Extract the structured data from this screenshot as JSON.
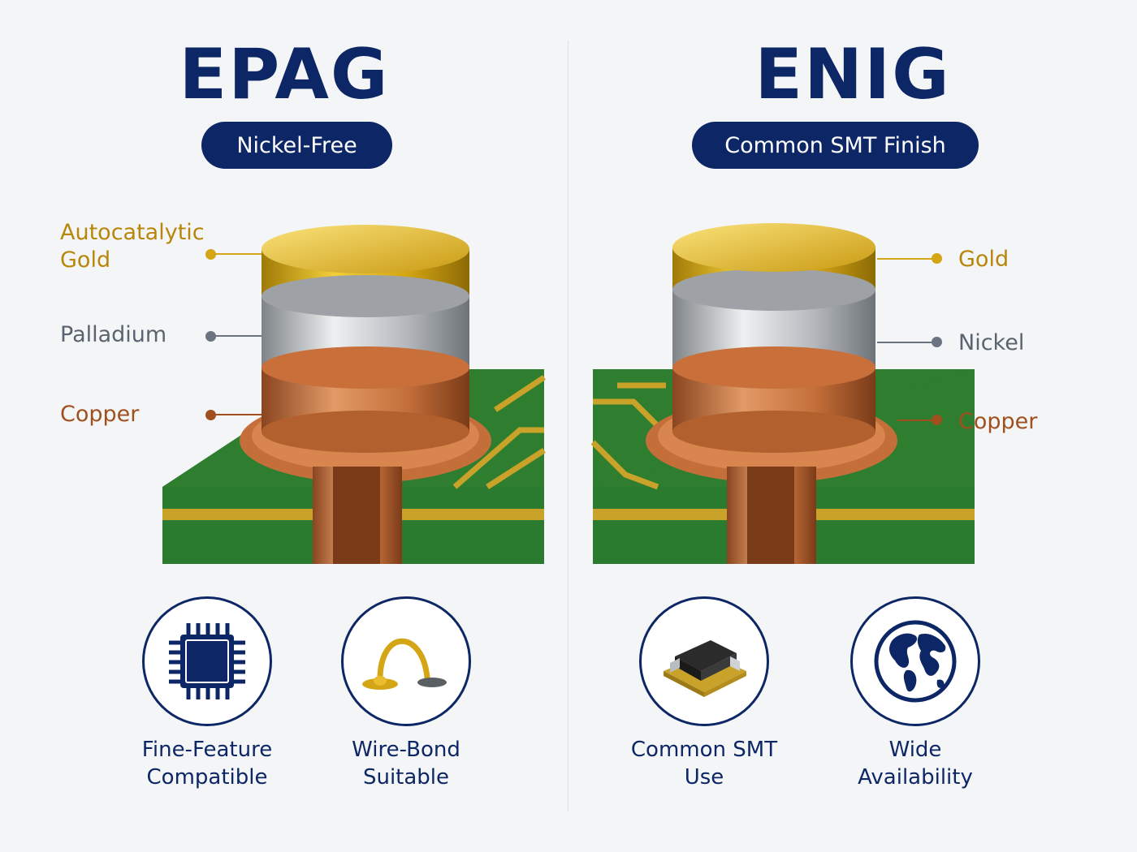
{
  "epag": {
    "title": "EPAG",
    "badge": "Nickel-Free",
    "layers": [
      {
        "label": "Autocatalytic\nGold",
        "color": "#b8860b"
      },
      {
        "label": "Palladium",
        "color": "#5a6470"
      },
      {
        "label": "Copper",
        "color": "#a0501f"
      }
    ],
    "features": [
      {
        "icon": "chip-icon",
        "label": "Fine-Feature\nCompatible"
      },
      {
        "icon": "wire-bond-icon",
        "label": "Wire-Bond\nSuitable"
      }
    ]
  },
  "enig": {
    "title": "ENIG",
    "badge": "Common SMT Finish",
    "layers": [
      {
        "label": "Gold",
        "color": "#b8860b"
      },
      {
        "label": "Nickel",
        "color": "#5a6470"
      },
      {
        "label": "Copper",
        "color": "#a0501f"
      }
    ],
    "features": [
      {
        "icon": "smt-component-icon",
        "label": "Common SMT\nUse"
      },
      {
        "icon": "globe-icon",
        "label": "Wide\nAvailability"
      }
    ]
  },
  "colors": {
    "navy": "#0d2766",
    "gold": "#d4a514",
    "silver": "#b8bcc0",
    "copper": "#c46f3a",
    "pcb_green": "#2e7d32"
  }
}
